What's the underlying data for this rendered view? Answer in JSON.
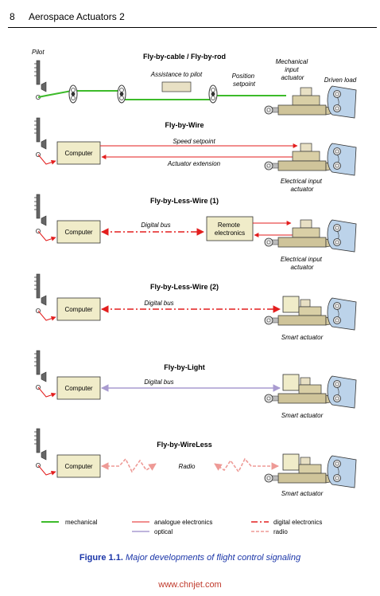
{
  "header": {
    "page_number": "8",
    "book_title": "Aerospace Actuators 2"
  },
  "labels": {
    "pilot": "Pilot",
    "assistance": "Assistance to pilot",
    "position_setpoint": "Position\nsetpoint",
    "mechanical_input_actuator": "Mechanical\ninput\nactuator",
    "driven_load": "Driven load",
    "speed_setpoint": "Speed setpoint",
    "actuator_extension": "Actuator extension",
    "electrical_input_actuator": "Electrical input\nactuator",
    "digital_bus": "Digital bus",
    "remote_electronics": "Remote\nelectronics",
    "smart_actuator": "Smart actuator",
    "radio": "Radio",
    "computer": "Computer"
  },
  "sections": [
    {
      "title": "Fly-by-cable / Fly-by-rod"
    },
    {
      "title": "Fly-by-Wire"
    },
    {
      "title": "Fly-by-Less-Wire (1)"
    },
    {
      "title": "Fly-by-Less-Wire (2)"
    },
    {
      "title": "Fly-by-Light"
    },
    {
      "title": "Fly-by-WireLess"
    }
  ],
  "legend": {
    "mechanical": "mechanical",
    "analogue": "analogue electronics",
    "optical": "optical",
    "digital": "digital electronics",
    "radio": "radio"
  },
  "colors": {
    "mechanical": "#3dbb2a",
    "analogue": "#e31e1e",
    "optical": "#a99bd0",
    "digital": "#e31e1e",
    "radio": "#ee9a96",
    "box_fill": "#f0ecc9"
  },
  "caption": {
    "figure": "Figure 1.1.",
    "text": "Major developments of flight control signaling"
  },
  "watermark": "www.chnjet.com"
}
